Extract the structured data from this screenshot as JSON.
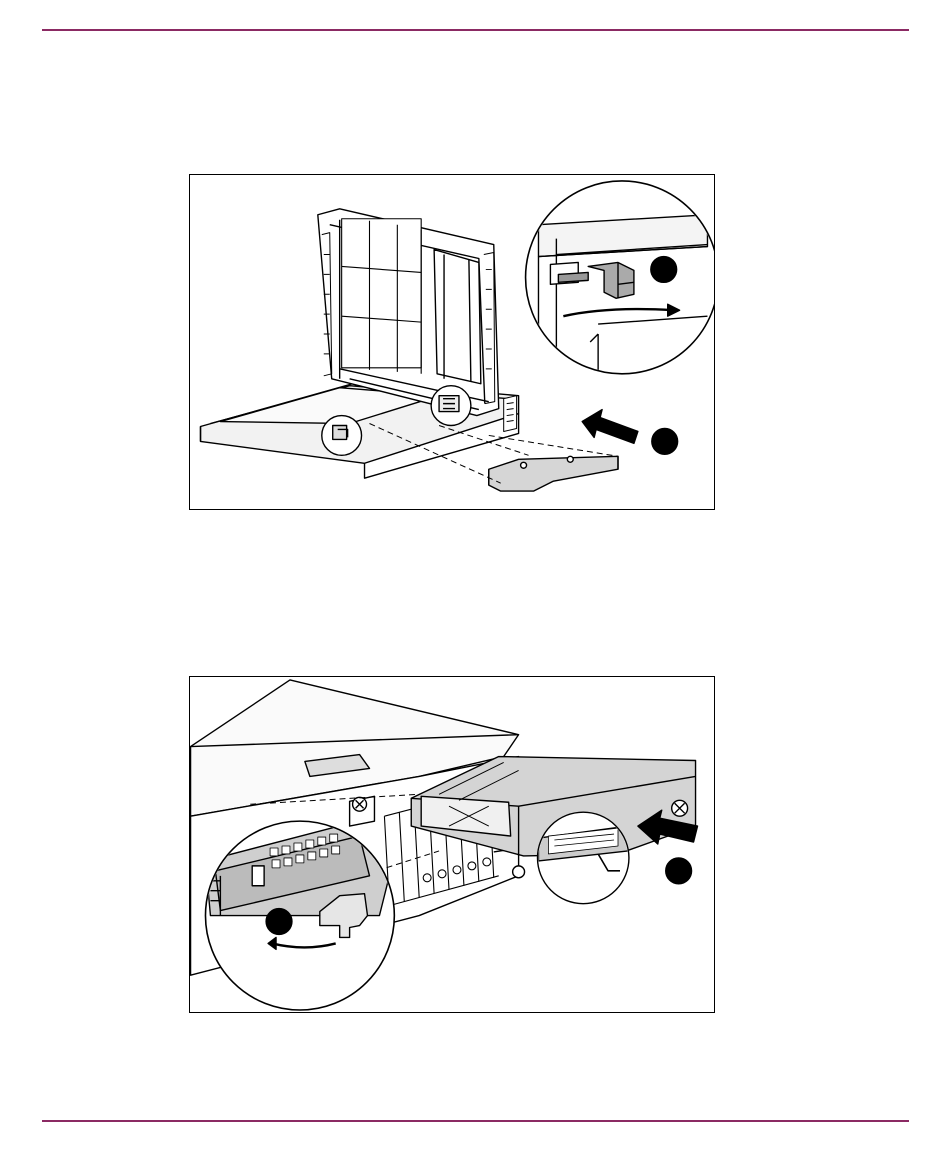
{
  "page": {
    "rule_color": "#8b2a63",
    "ink": "#000000",
    "tint": "#cccccc",
    "tint_dark": "#999999"
  },
  "figures": [
    {
      "id": "figure-1",
      "depicts": "open-chassis-with-filler-blank",
      "callouts": [
        "step-marker",
        "step-marker"
      ],
      "arrows": [
        "insert-direction-arrow",
        "latch-rotation-arrow"
      ]
    },
    {
      "id": "figure-2",
      "depicts": "server-front-with-hot-plug-drive-carrier",
      "callouts": [
        "step-marker",
        "step-marker"
      ],
      "arrows": [
        "insert-direction-arrow",
        "latch-rotation-arrow"
      ]
    }
  ]
}
